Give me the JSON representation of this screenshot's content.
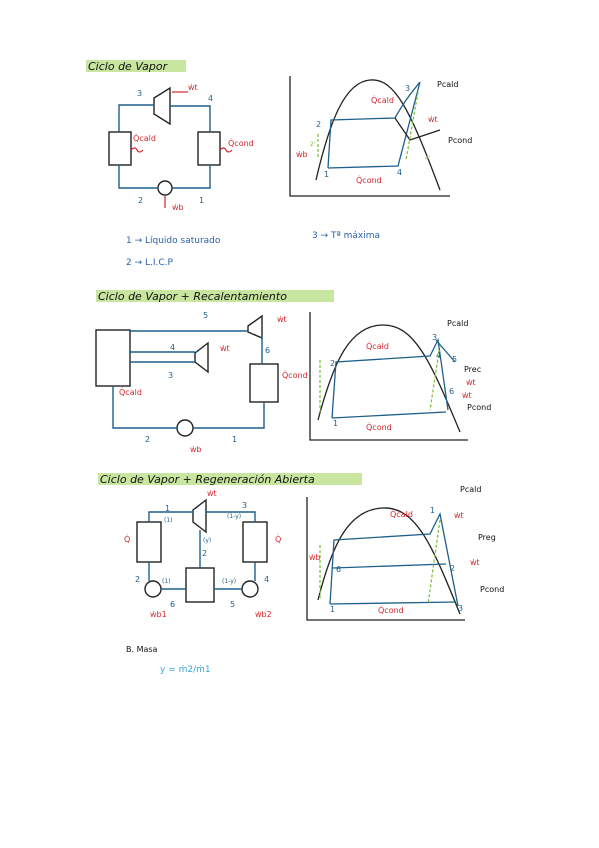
{
  "sections": [
    {
      "title": "Ciclo de Vapor",
      "labels": {
        "q_cald": "Q̇cald",
        "q_cond": "Q̇cond",
        "w_t": "ẇt",
        "w_b": "ẇb",
        "p_cald": "Pcald",
        "p_cond": "Pcond",
        "p1": "1",
        "p2": "2",
        "p3": "3",
        "p4": "4",
        "p2p": "2'",
        "p4p": "4'",
        "rhs_q_cald": "Q̇cald",
        "rhs_q_cond": "Q̇cond",
        "rhs_wt": "ẇt",
        "rhs_wb": "ẇb"
      },
      "notes": [
        "1 → Líquido saturado",
        "2 → L.I.C.P",
        "3 → Tª máxima"
      ]
    },
    {
      "title": "Ciclo de Vapor + Recalentamiento",
      "labels": {
        "q_cald": "Q̇cald",
        "q_cond": "Q̇cond",
        "w_t": "ẇt",
        "w_t2": "ẇt",
        "w_b": "ẇb",
        "p_cald": "Pcald",
        "p_rec": "Prec",
        "p_cond": "Pcond",
        "p1": "1",
        "p2": "2",
        "p3": "3",
        "p4": "4",
        "p5": "5",
        "p6": "6",
        "rhs_q_cald": "Q̇cald",
        "rhs_q_cond": "Q̇cond",
        "rhs_wt": "ẇt",
        "rhs_wt2": "ẇt"
      }
    },
    {
      "title": "Ciclo de Vapor + Regeneración Abierta",
      "labels": {
        "q_left": "Q̇",
        "q_right": "Q̇",
        "w_t": "ẇt",
        "w_b1": "ẇb1",
        "w_b2": "ẇb2",
        "p_cald": "Pcald",
        "p_reg": "Preg",
        "p_cond": "Pcond",
        "p1": "1",
        "p2": "2",
        "p3": "3",
        "p4": "4",
        "p5": "5",
        "p6": "6",
        "m1": "(1)",
        "m_y": "(y)",
        "m_1y": "(1-y)",
        "m_1": "(1)",
        "m_1y2": "(1-y)",
        "rhs_q_cald": "Q̇cald",
        "rhs_q_cond": "Q̇cond",
        "rhs_wt1": "ẇt",
        "rhs_wt2": "ẇt",
        "rhs_wb": "ẇb"
      },
      "notes": [
        "B. Masa",
        "y = ṁ2/ṁ1"
      ]
    }
  ],
  "colors": {
    "blue": "#1f5f8b",
    "red": "#d6262e",
    "green": "#7fc241",
    "highlight": "#c8e6a0",
    "dark": "#111111"
  }
}
